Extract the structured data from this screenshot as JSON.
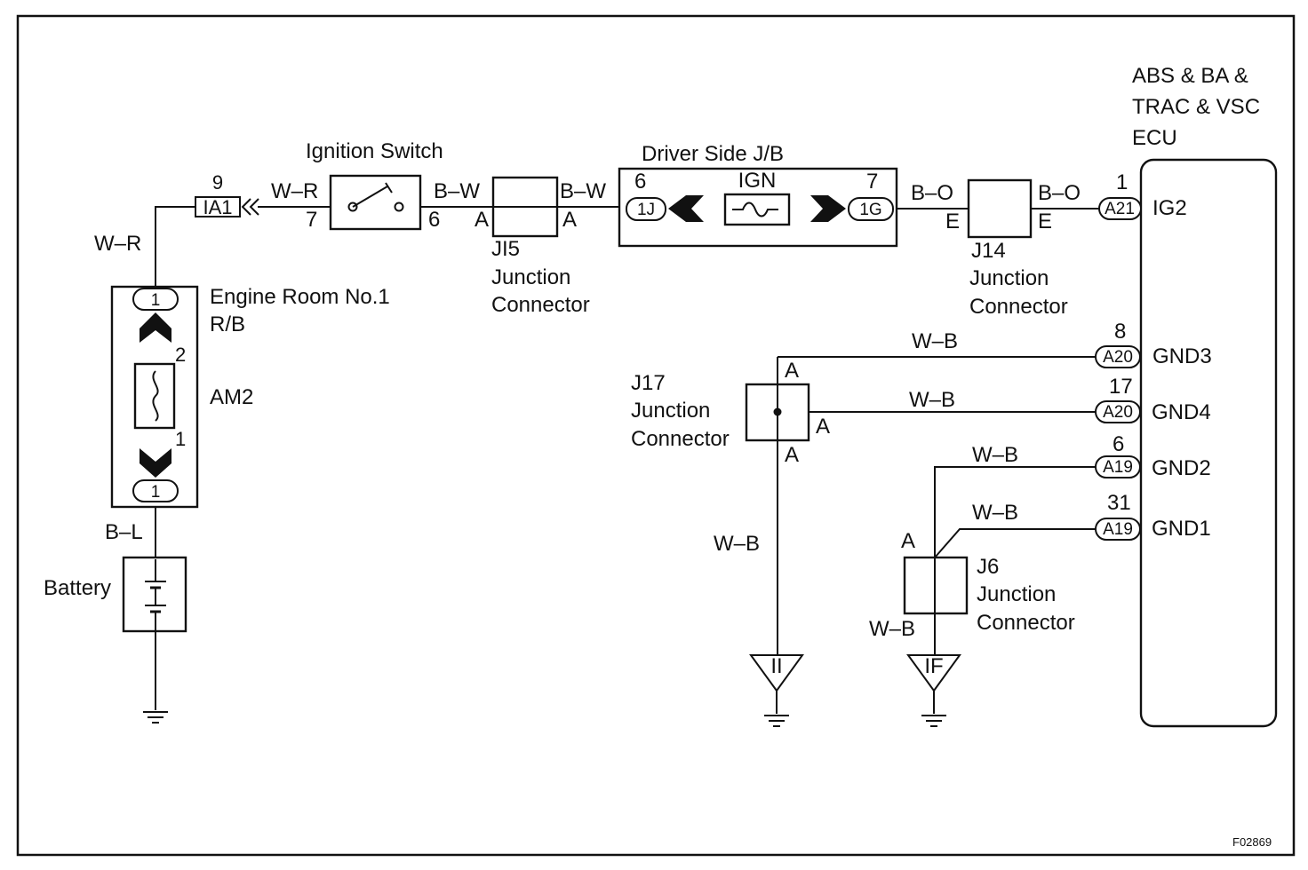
{
  "figure_id": "F02869",
  "ecu": {
    "title_line1": "ABS & BA &",
    "title_line2": "TRAC & VSC",
    "title_line3": "ECU"
  },
  "power_circuit": {
    "engine_room_rb_line1": "Engine Room No.1",
    "engine_room_rb_line2": "R/B",
    "fuse_am2": "AM2",
    "pin_rb_top": "1",
    "pin_fuse_top": "2",
    "pin_fuse_bottom": "1",
    "pin_rb_bottom": "1",
    "wire_battery": "B–L",
    "battery": "Battery",
    "wire_rb_to_ia1": "W–R",
    "ia1_connector": "IA1",
    "ia1_pin": "9"
  },
  "ignition_switch": {
    "label": "Ignition Switch",
    "wire_in": "W–R",
    "pin_in": "7",
    "wire_out": "B–W",
    "pin_out": "6"
  },
  "ji5": {
    "pin_left": "A",
    "pin_right": "A",
    "wire_out": "B–W",
    "name": "JI5",
    "line1": "Junction",
    "line2": "Connector"
  },
  "driver_jb": {
    "label": "Driver Side J/B",
    "left_pin": "6",
    "left_connector": "1J",
    "fuse": "IGN",
    "right_pin": "7",
    "right_connector": "1G"
  },
  "j14": {
    "wire_in": "B–O",
    "pin_left": "E",
    "pin_right": "E",
    "wire_out": "B–O",
    "name": "J14",
    "line1": "Junction",
    "line2": "Connector"
  },
  "ecu_terminals": [
    {
      "pin": "1",
      "connector": "A21",
      "signal": "IG2"
    },
    {
      "pin": "8",
      "connector": "A20",
      "signal": "GND3",
      "wire": "W–B"
    },
    {
      "pin": "17",
      "connector": "A20",
      "signal": "GND4",
      "wire": "W–B"
    },
    {
      "pin": "6",
      "connector": "A19",
      "signal": "GND2",
      "wire": "W–B"
    },
    {
      "pin": "31",
      "connector": "A19",
      "signal": "GND1",
      "wire": "W–B"
    }
  ],
  "j17": {
    "name": "J17",
    "line1": "Junction",
    "line2": "Connector",
    "pin_top": "A",
    "pin_right": "A",
    "pin_bottom": "A",
    "wire_down": "W–B",
    "ground": "II"
  },
  "j6": {
    "name": "J6",
    "line1": "Junction",
    "line2": "Connector",
    "pin": "A",
    "wire_down": "W–B",
    "ground": "IF"
  }
}
